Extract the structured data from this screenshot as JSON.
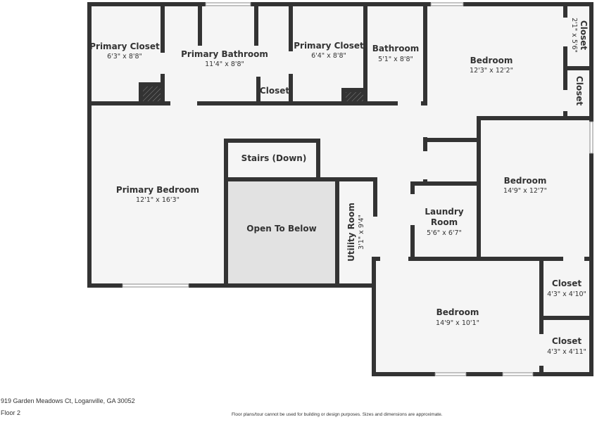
{
  "rooms": [
    {
      "name": "Primary Closet",
      "dims": "6'3\" x 8'8\""
    },
    {
      "name": "Primary Bathroom",
      "dims": "11'4\" x 8'8\""
    },
    {
      "name": "Closet",
      "dims": ""
    },
    {
      "name": "Primary Closet",
      "dims": "6'4\" x 8'8\""
    },
    {
      "name": "Bathroom",
      "dims": "5'1\" x 8'8\""
    },
    {
      "name": "Bedroom",
      "dims": "12'3\" x 12'2\""
    },
    {
      "name": "Closet",
      "dims": "2'1\" x 5'6\""
    },
    {
      "name": "Closet",
      "dims": ""
    },
    {
      "name": "Primary Bedroom",
      "dims": "12'1\" x 16'3\""
    },
    {
      "name": "Stairs (Down)",
      "dims": ""
    },
    {
      "name": "Open To Below",
      "dims": ""
    },
    {
      "name": "Utility Room",
      "dims": "3'1\" x 9'4\""
    },
    {
      "name": "Laundry",
      "name2": "Room",
      "dims": "5'6\" x 6'7\""
    },
    {
      "name": "Bedroom",
      "dims": "14'9\" x 12'7\""
    },
    {
      "name": "Bedroom",
      "dims": "14'9\" x 10'1\""
    },
    {
      "name": "Closet",
      "dims": "4'3\" x 4'10\""
    },
    {
      "name": "Closet",
      "dims": "4'3\" x 4'11\""
    }
  ],
  "footer": {
    "address": "919 Garden Meadows Ct, Loganville, GA 30052",
    "floor": "Floor 2",
    "disclaimer": "Floor plans/tour cannot be used for building or design purposes. Sizes and dimensions are approximate."
  },
  "colors": {
    "wall": "#333333",
    "floor": "#f5f5f5",
    "open_to_below": "#e2e2e2"
  }
}
